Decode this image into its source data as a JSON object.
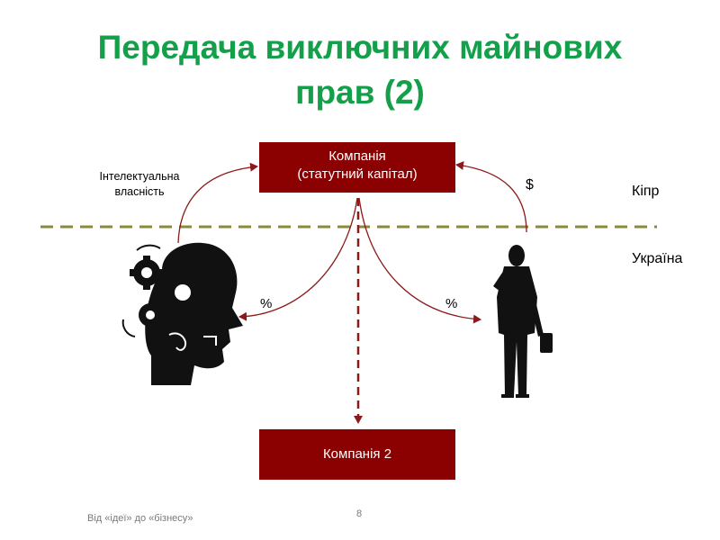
{
  "slide": {
    "title_line1": "Передача виключних майнових",
    "title_line2": "прав (2)",
    "page_number": "8",
    "footer": "Від «ідеї» до «бізнесу»"
  },
  "diagram": {
    "company1_line1": "Компанія",
    "company1_line2": "(статутний капітал)",
    "company2": "Компанія 2",
    "ip_line1": "Інтелектуальна",
    "ip_line2": "власність",
    "dollar": "$",
    "percent_left": "%",
    "percent_right": "%",
    "region_top": "Кіпр",
    "region_bottom": "Україна"
  },
  "colors": {
    "title": "#14a04a",
    "box": "#8b0000",
    "arrow": "#8b1a1a",
    "border_line": "#8a8a3c"
  },
  "icons": [
    "head-gears-icon",
    "businessman-phone-icon"
  ]
}
